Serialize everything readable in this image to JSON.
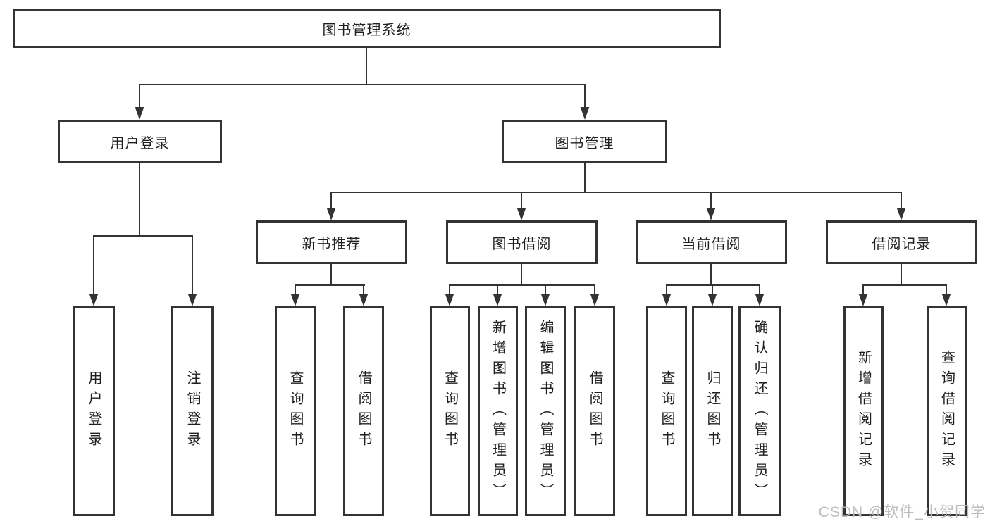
{
  "watermark": "CSDN @软件_小贺同学",
  "colors": {
    "line": "#333333",
    "text": "#1f1f1f",
    "watermark": "#b9b9b9",
    "background": "#ffffff"
  },
  "tree": {
    "label": "图书管理系统",
    "children": [
      {
        "label": "用户登录",
        "children": [
          {
            "label": "用户登录"
          },
          {
            "label": "注销登录"
          }
        ]
      },
      {
        "label": "图书管理",
        "children": [
          {
            "label": "新书推荐",
            "children": [
              {
                "label": "查询图书"
              },
              {
                "label": "借阅图书"
              }
            ]
          },
          {
            "label": "图书借阅",
            "children": [
              {
                "label": "查询图书"
              },
              {
                "label": "新增图书（管理员）"
              },
              {
                "label": "编辑图书（管理员）"
              },
              {
                "label": "借阅图书"
              }
            ]
          },
          {
            "label": "当前借阅",
            "children": [
              {
                "label": "查询图书"
              },
              {
                "label": "归还图书"
              },
              {
                "label": "确认归还（管理员）"
              }
            ]
          },
          {
            "label": "借阅记录",
            "children": [
              {
                "label": "新增借阅记录"
              },
              {
                "label": "查询借阅记录"
              }
            ]
          }
        ]
      }
    ]
  }
}
